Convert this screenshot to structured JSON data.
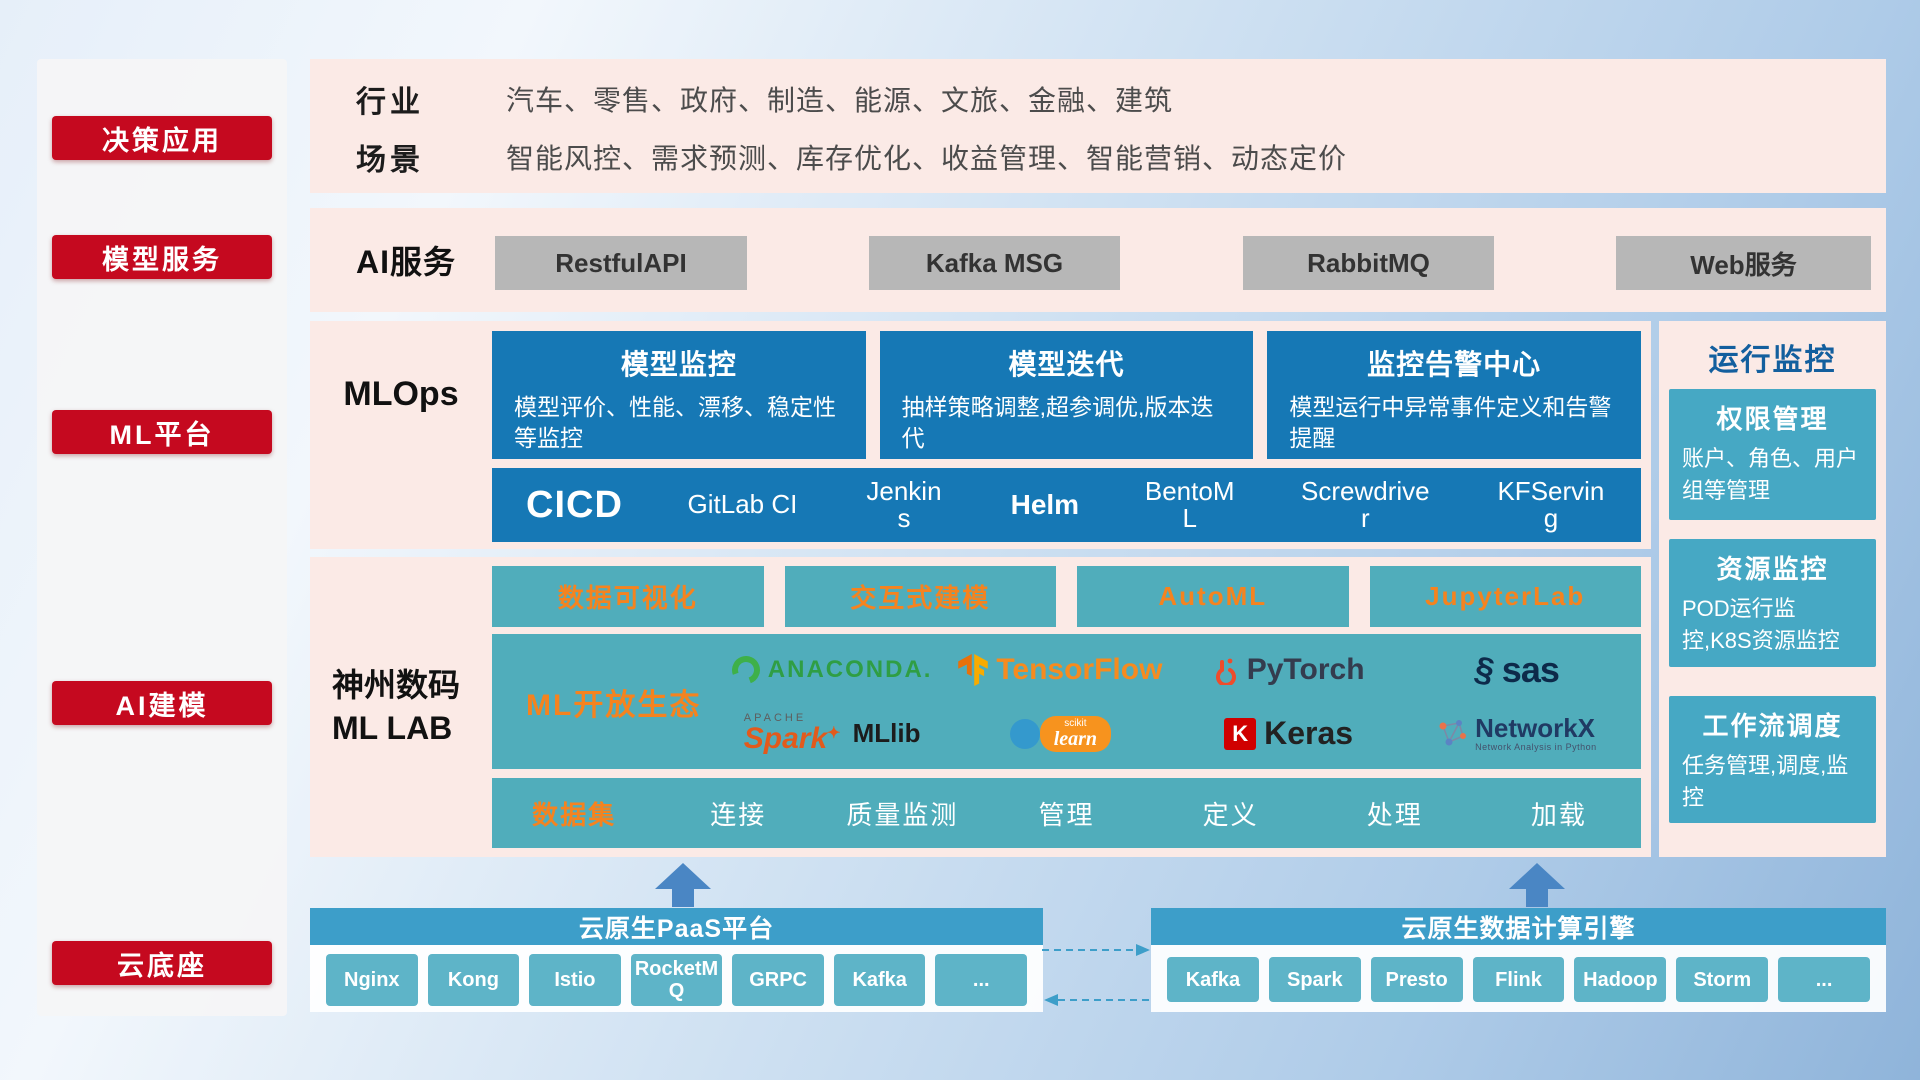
{
  "colors": {
    "accent_red": "#c5091f",
    "band_pink": "#fbeae6",
    "card_blue": "#1678b5",
    "teal": "#50adbb",
    "monitor_teal": "#46a8c4",
    "orange_text": "#f5831f",
    "bar_blue": "#3d9ec9",
    "chip_teal": "#5eb4c8"
  },
  "sidebar": {
    "items": [
      "决策应用",
      "模型服务",
      "ML平台",
      "AI建模",
      "云底座"
    ]
  },
  "industry": {
    "rows": [
      {
        "label": "行业",
        "text": "汽车、零售、政府、制造、能源、文旅、金融、建筑"
      },
      {
        "label": "场景",
        "text": "智能风控、需求预测、库存优化、收益管理、智能营销、动态定价"
      }
    ]
  },
  "ai_service": {
    "label": "AI服务",
    "buttons": [
      "RestfulAPI",
      "Kafka MSG",
      "RabbitMQ",
      "Web服务"
    ]
  },
  "mlops": {
    "label": "MLOps",
    "cards": [
      {
        "title": "模型监控",
        "desc": "模型评价、性能、漂移、稳定性等监控"
      },
      {
        "title": "模型迭代",
        "desc": "抽样策略调整,超参调优,版本迭代"
      },
      {
        "title": "监控告警中心",
        "desc": "模型运行中异常事件定义和告警提醒"
      }
    ],
    "cicd": {
      "title": "CICD",
      "tools": [
        "GitLab CI",
        "Jenkins",
        "Helm",
        "BentoML",
        "Screwdriver",
        "KFServing"
      ]
    }
  },
  "mllab": {
    "label_line1": "神州数码",
    "label_line2": "ML LAB",
    "tools": [
      "数据可视化",
      "交互式建模",
      "AutoML",
      "JupyterLab"
    ],
    "ecosystem": {
      "label": "ML开放生态",
      "anaconda": "ANACONDA.",
      "tensorflow": "TensorFlow",
      "pytorch": "PyTorch",
      "sas": "sas",
      "spark_apache": "APACHE",
      "spark": "Spark",
      "spark_lib": "MLlib",
      "sklearn_top": "scikit",
      "sklearn": "learn",
      "keras_letter": "K",
      "keras": "Keras",
      "networkx": "NetworkX",
      "networkx_sub": "Network Analysis in Python"
    },
    "data_row": {
      "label": "数据集",
      "items": [
        "连接",
        "质量监测",
        "管理",
        "定义",
        "处理",
        "加载"
      ]
    }
  },
  "monitor": {
    "title": "运行监控",
    "cards": [
      {
        "title": "权限管理",
        "desc": "账户、角色、用户组等管理"
      },
      {
        "title": "资源监控",
        "desc": "POD运行监控,K8S资源监控"
      },
      {
        "title": "工作流调度",
        "desc": "任务管理,调度,监控"
      }
    ]
  },
  "foundation": {
    "paas": {
      "title": "云原生PaaS平台",
      "items": [
        "Nginx",
        "Kong",
        "Istio",
        "RocketMQ",
        "GRPC",
        "Kafka",
        "..."
      ]
    },
    "engine": {
      "title": "云原生数据计算引擎",
      "items": [
        "Kafka",
        "Spark",
        "Presto",
        "Flink",
        "Hadoop",
        "Storm",
        "..."
      ]
    }
  }
}
